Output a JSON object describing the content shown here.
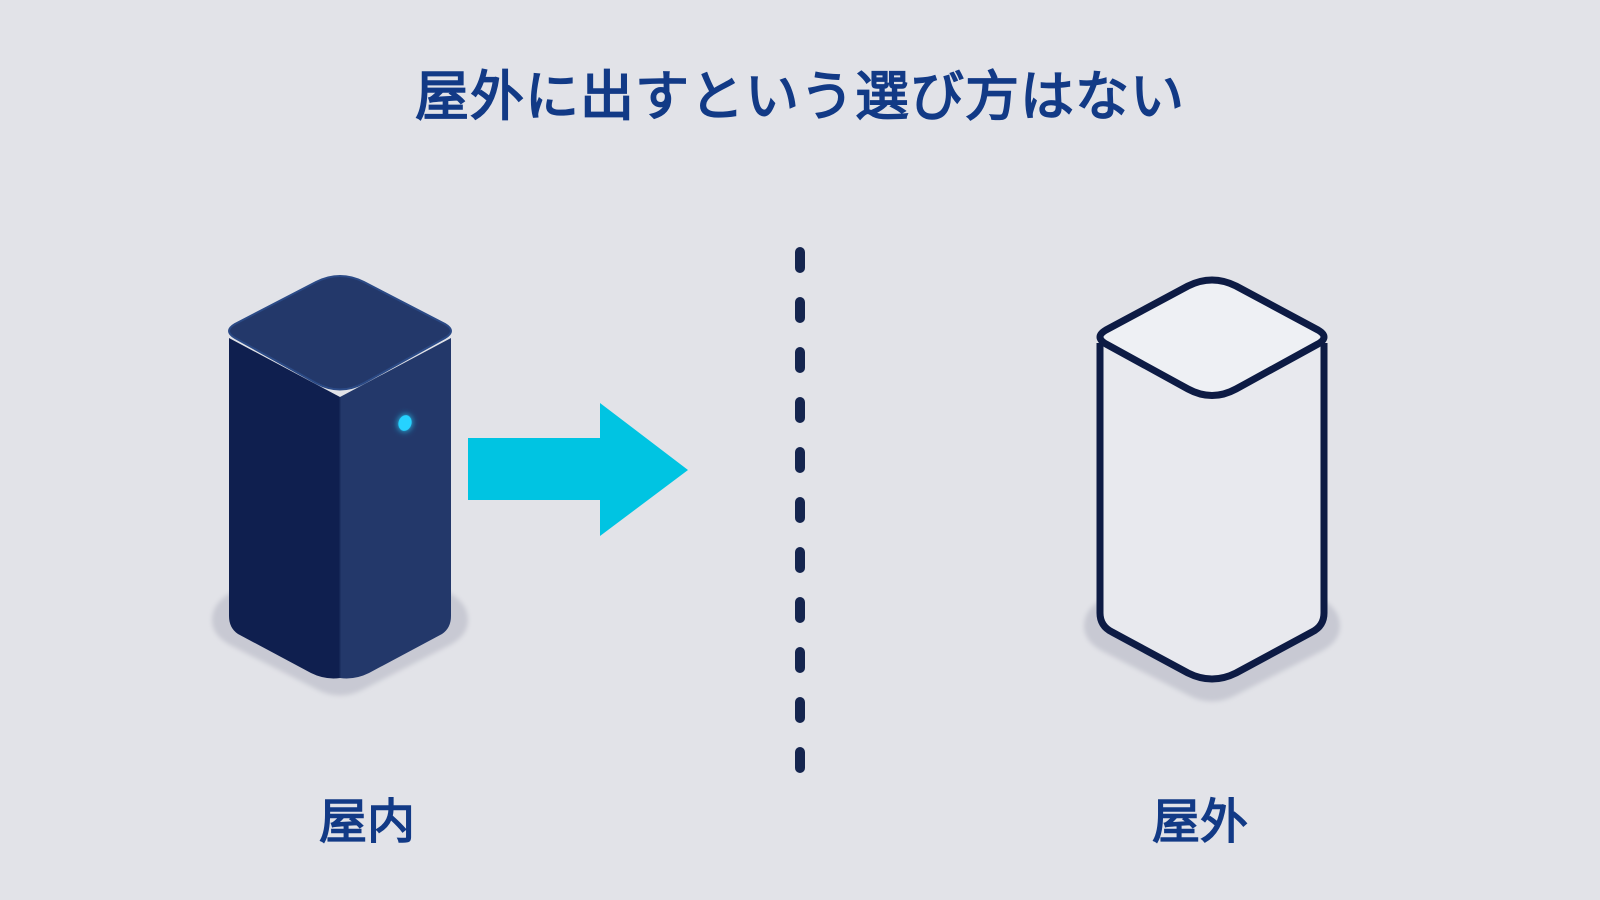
{
  "title": "屋外に出すという選び方はない",
  "labels": {
    "indoor": "屋内",
    "outdoor": "屋外"
  },
  "colors": {
    "background": "#e2e3e8",
    "title_text": "#123a86",
    "router_dark": "#0f1f4f",
    "router_light": "#23386a",
    "router_outline": "#0d1b44",
    "arrow": "#00c4e2",
    "led": "#27d3ff",
    "divider": "#15254f"
  },
  "icons": {
    "indoor_device": "router-solid-icon",
    "outdoor_device": "router-outline-icon",
    "arrow": "arrow-right-icon",
    "divider": "dashed-divider"
  }
}
